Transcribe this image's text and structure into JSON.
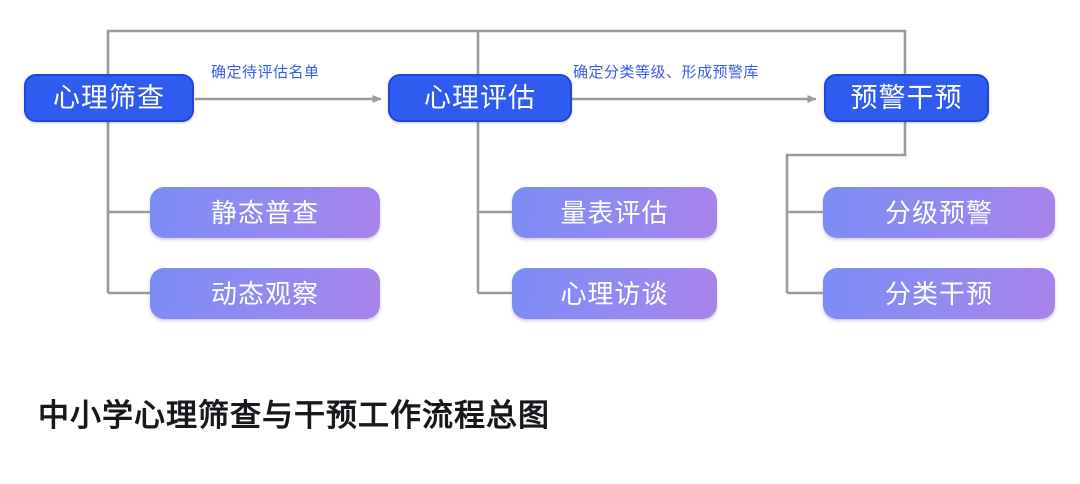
{
  "diagram": {
    "title": "中小学心理筛查与干预工作流程总图",
    "colors": {
      "main_node_fill": "#2f5bf0",
      "main_node_border": "#2146d6",
      "main_node_text": "#ffffff",
      "sub_node_gradient_start": "#7b8cf5",
      "sub_node_gradient_end": "#a983ea",
      "sub_node_text": "#ffffff",
      "edge_label_text": "#3a5bea",
      "connector_line": "#9a9a9a",
      "caption_text": "#16181c",
      "background": "#ffffff"
    },
    "main_nodes": [
      {
        "id": "screening",
        "label": "心理筛查"
      },
      {
        "id": "assessment",
        "label": "心理评估"
      },
      {
        "id": "intervention",
        "label": "预警干预"
      }
    ],
    "edge_labels": [
      {
        "id": "screening-to-assessment",
        "label": "确定待评估名单"
      },
      {
        "id": "assessment-to-intervention",
        "label": "确定分类等级、形成预警库"
      }
    ],
    "sub_nodes": [
      {
        "id": "static-census",
        "parent": "screening",
        "label": "静态普查"
      },
      {
        "id": "dynamic-observation",
        "parent": "screening",
        "label": "动态观察"
      },
      {
        "id": "scale-assessment",
        "parent": "assessment",
        "label": "量表评估"
      },
      {
        "id": "psychological-interview",
        "parent": "assessment",
        "label": "心理访谈"
      },
      {
        "id": "tiered-warning",
        "parent": "intervention",
        "label": "分级预警"
      },
      {
        "id": "classified-intervention",
        "parent": "intervention",
        "label": "分类干预"
      }
    ]
  }
}
